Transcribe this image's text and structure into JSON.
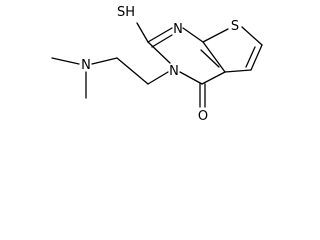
{
  "molecule": {
    "atom_labels": {
      "sulfanyl": "SH",
      "ring_nitrogen_top": "N",
      "ring_nitrogen_substituted": "N",
      "thiophene_sulfur": "S",
      "amine_nitrogen": "N",
      "carbonyl_oxygen": "O"
    }
  }
}
